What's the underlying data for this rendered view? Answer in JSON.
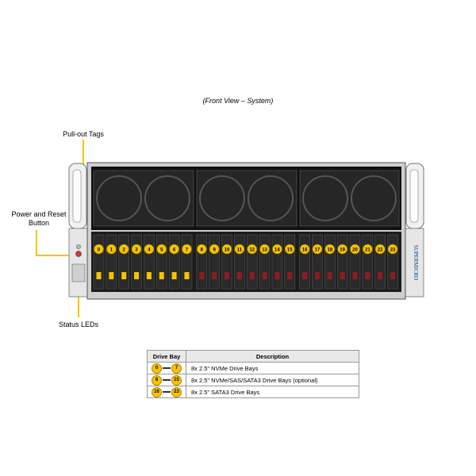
{
  "caption": "(Front View – System)",
  "labels": {
    "pullout": "Pull-out Tags",
    "power_line1": "Power and Reset",
    "power_line2": "Button",
    "status": "Status LEDs"
  },
  "brand": "SUPERMICRO",
  "bays": [
    "0",
    "1",
    "2",
    "3",
    "4",
    "5",
    "6",
    "7",
    "8",
    "9",
    "10",
    "11",
    "12",
    "13",
    "14",
    "15",
    "16",
    "17",
    "18",
    "19",
    "20",
    "21",
    "22",
    "23"
  ],
  "legend": {
    "headers": [
      "Drive Bay",
      "Description"
    ],
    "rows": [
      {
        "from": "0",
        "to": "7",
        "desc": "8x 2.5\" NVMe Drive Bays"
      },
      {
        "from": "8",
        "to": "15",
        "desc": "8x 2.5\" NVMe/SAS/SATA3 Drive Bays (optional)"
      },
      {
        "from": "16",
        "to": "23",
        "desc": "8x 2.5\" SATA3 Drive Bays"
      }
    ]
  },
  "colors": {
    "accent": "#f5c400",
    "drive_red": "#8a1e24",
    "chassis": "#1c1c1c"
  }
}
